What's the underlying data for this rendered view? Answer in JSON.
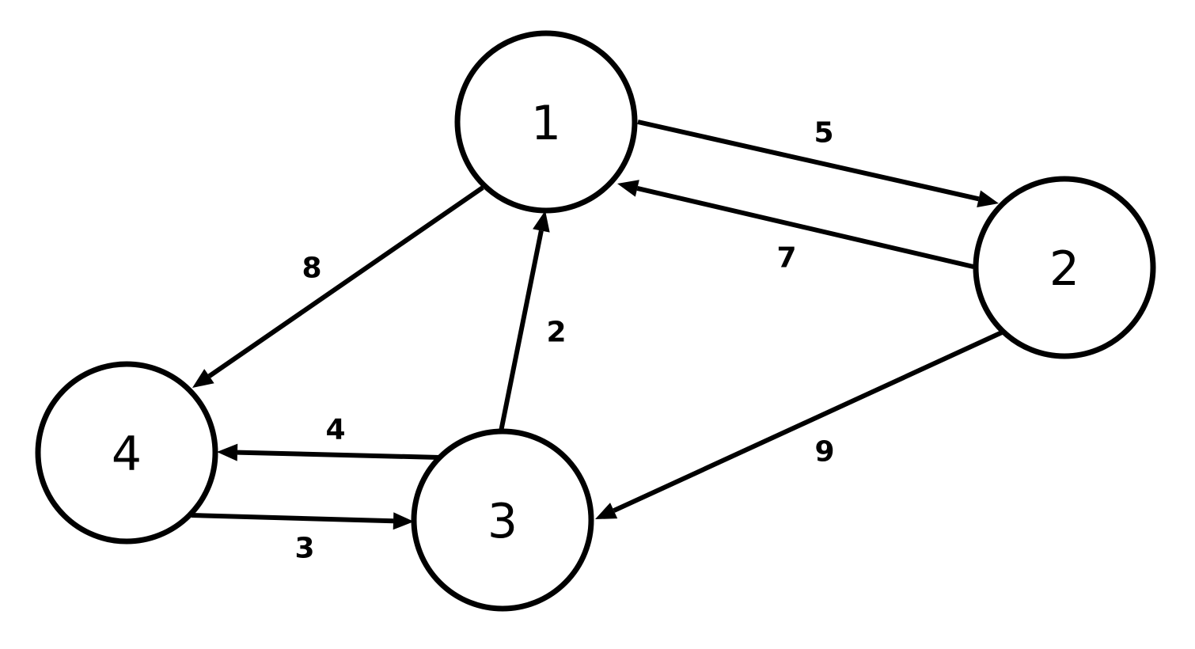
{
  "graph": {
    "directed": true,
    "nodes": [
      {
        "id": "1",
        "label": "1"
      },
      {
        "id": "2",
        "label": "2"
      },
      {
        "id": "3",
        "label": "3"
      },
      {
        "id": "4",
        "label": "4"
      }
    ],
    "edges": [
      {
        "from": "1",
        "to": "2",
        "label": "5"
      },
      {
        "from": "2",
        "to": "1",
        "label": "7"
      },
      {
        "from": "1",
        "to": "4",
        "label": "8"
      },
      {
        "from": "3",
        "to": "1",
        "label": "2"
      },
      {
        "from": "2",
        "to": "3",
        "label": "9"
      },
      {
        "from": "3",
        "to": "4",
        "label": "4"
      },
      {
        "from": "4",
        "to": "3",
        "label": "3"
      }
    ]
  }
}
